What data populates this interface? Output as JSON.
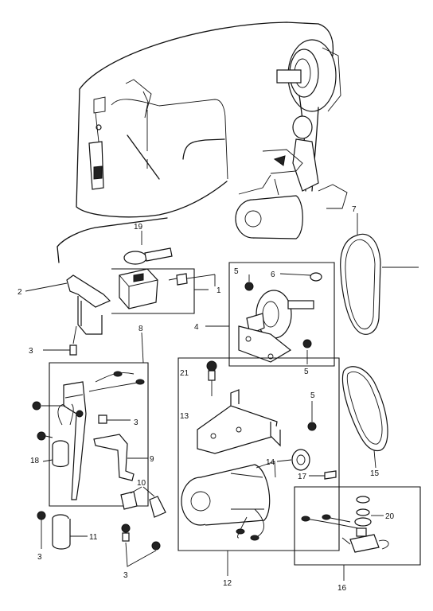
{
  "callouts": [
    {
      "id": "c1",
      "text": "1"
    },
    {
      "id": "c2",
      "text": "2"
    },
    {
      "id": "c3a",
      "text": "3"
    },
    {
      "id": "c3b",
      "text": "3"
    },
    {
      "id": "c3c",
      "text": "3"
    },
    {
      "id": "c3d",
      "text": "3"
    },
    {
      "id": "c4",
      "text": "4"
    },
    {
      "id": "c5a",
      "text": "5"
    },
    {
      "id": "c5b",
      "text": "5"
    },
    {
      "id": "c5c",
      "text": "5"
    },
    {
      "id": "c6",
      "text": "6"
    },
    {
      "id": "c7",
      "text": "7"
    },
    {
      "id": "c8",
      "text": "8"
    },
    {
      "id": "c9",
      "text": "9"
    },
    {
      "id": "c10",
      "text": "10"
    },
    {
      "id": "c11",
      "text": "11"
    },
    {
      "id": "c12",
      "text": "12"
    },
    {
      "id": "c13",
      "text": "13"
    },
    {
      "id": "c14",
      "text": "14"
    },
    {
      "id": "c15",
      "text": "15"
    },
    {
      "id": "c16",
      "text": "16"
    },
    {
      "id": "c17",
      "text": "17"
    },
    {
      "id": "c18",
      "text": "18"
    },
    {
      "id": "c19",
      "text": "19"
    },
    {
      "id": "c20",
      "text": "20"
    },
    {
      "id": "c21",
      "text": "21"
    }
  ]
}
